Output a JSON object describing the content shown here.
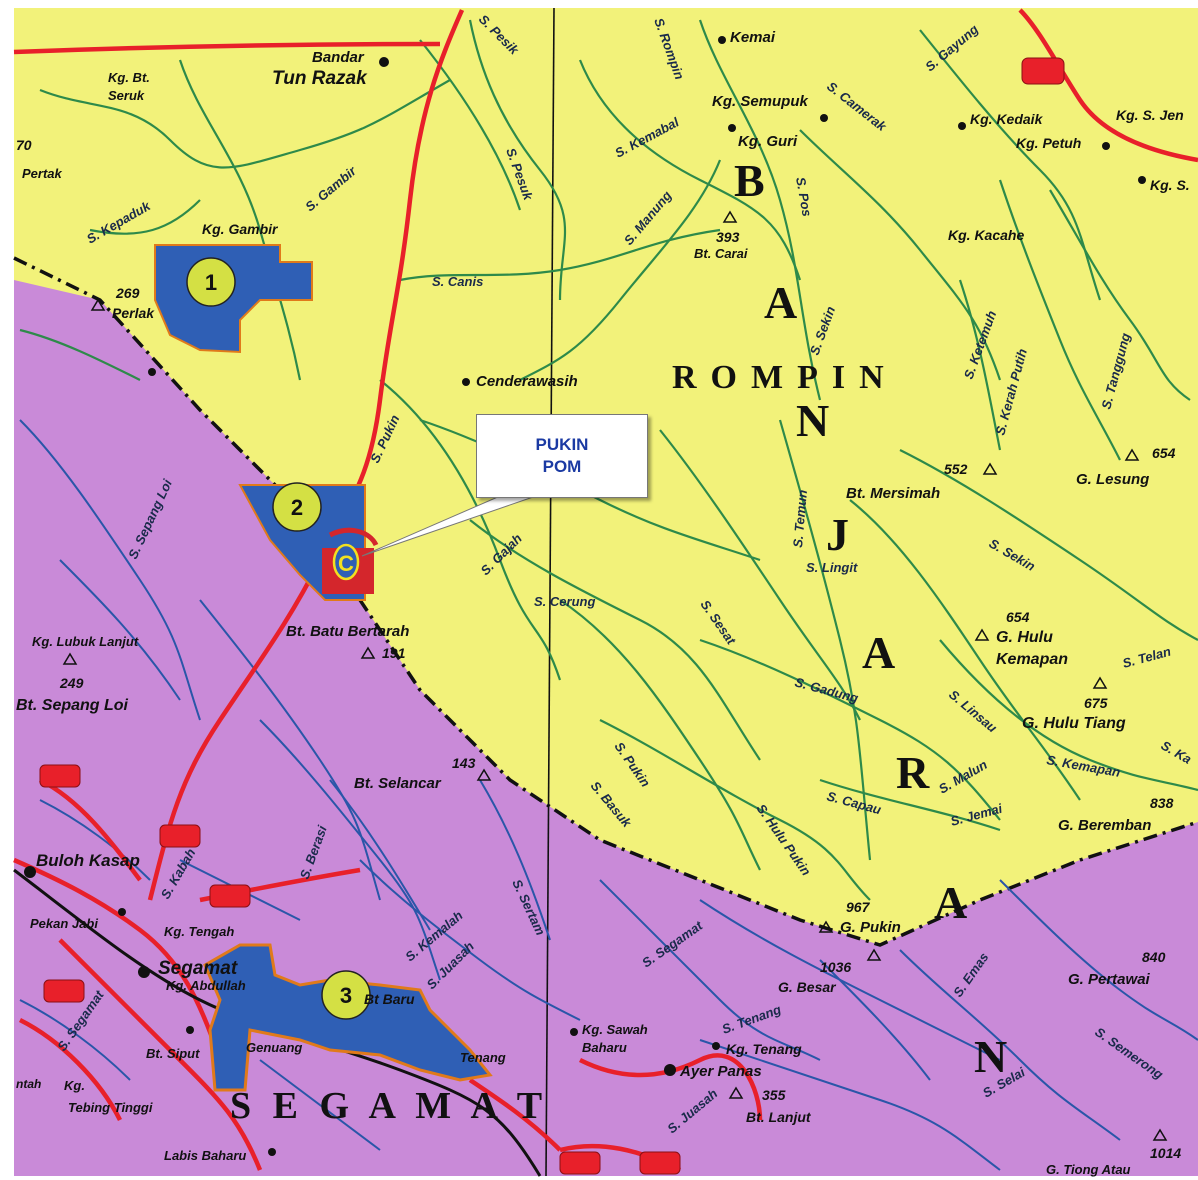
{
  "map": {
    "colors": {
      "rompin_bg": "#f2f27a",
      "segamat_bg": "#c98ad8",
      "road": "#e8202a",
      "river_green": "#2e8a4a",
      "river_blue": "#2a56a8",
      "estate_fill": "#2f5fb5",
      "marker_fill": "#d4e044"
    },
    "district_labels": [
      {
        "id": "rompin",
        "text": "ROMPIN"
      },
      {
        "id": "segamat",
        "text": "S E G A M A T"
      }
    ],
    "banjaran_letters": [
      "B",
      "A",
      "N",
      "J",
      "A",
      "R",
      "A",
      "N"
    ],
    "estate_markers": [
      "1",
      "2",
      "3"
    ],
    "callout": {
      "line1": "PUKIN",
      "line2": "POM",
      "mill_symbol": "C"
    },
    "places": [
      {
        "id": "bandar-tun-razak-1",
        "text": "Bandar"
      },
      {
        "id": "bandar-tun-razak-2",
        "text": "Tun Razak"
      },
      {
        "id": "kg-bt-seruk-1",
        "text": "Kg. Bt."
      },
      {
        "id": "kg-bt-seruk-2",
        "text": "Seruk"
      },
      {
        "id": "kemai",
        "text": "Kemai"
      },
      {
        "id": "kg-semupuk",
        "text": "Kg. Semupuk"
      },
      {
        "id": "kg-guri",
        "text": "Kg. Guri"
      },
      {
        "id": "kg-kedaik",
        "text": "Kg. Kedaik"
      },
      {
        "id": "kg-petuh",
        "text": "Kg. Petuh"
      },
      {
        "id": "kg-s-jen",
        "text": "Kg. S. Jen"
      },
      {
        "id": "kg-s",
        "text": "Kg. S."
      },
      {
        "id": "kg-gambir",
        "text": "Kg. Gambir"
      },
      {
        "id": "kg-kacahe",
        "text": "Kg. Kacahe"
      },
      {
        "id": "perlak",
        "text": "Perlak"
      },
      {
        "id": "cenderawasih",
        "text": "Cenderawasih"
      },
      {
        "id": "bt-carai",
        "text": "Bt. Carai"
      },
      {
        "id": "bt-mersimah",
        "text": "Bt. Mersimah"
      },
      {
        "id": "g-lesung",
        "text": "G. Lesung"
      },
      {
        "id": "bt-batu-bertarah",
        "text": "Bt. Batu Bertarah"
      },
      {
        "id": "kg-lubuk-lanjut",
        "text": "Kg. Lubuk Lanjut"
      },
      {
        "id": "bt-sepang-loi",
        "text": "Bt. Sepang Loi"
      },
      {
        "id": "g-hulu-kemapan-1",
        "text": "G. Hulu"
      },
      {
        "id": "g-hulu-kemapan-2",
        "text": "Kemapan"
      },
      {
        "id": "g-hulu-tiang",
        "text": "G. Hulu Tiang"
      },
      {
        "id": "bt-selancar",
        "text": "Bt. Selancar"
      },
      {
        "id": "g-beremban",
        "text": "G. Beremban"
      },
      {
        "id": "buloh-kasap",
        "text": "Buloh Kasap"
      },
      {
        "id": "pekan-jabi",
        "text": "Pekan Jabi"
      },
      {
        "id": "kg-tengah",
        "text": "Kg. Tengah"
      },
      {
        "id": "segamat-town",
        "text": "Segamat"
      },
      {
        "id": "kg-abdullah",
        "text": "Kg. Abdullah"
      },
      {
        "id": "bt-siput",
        "text": "Bt. Siput"
      },
      {
        "id": "genuang",
        "text": "Genuang"
      },
      {
        "id": "kg-tebing-tinggi-1",
        "text": "Kg."
      },
      {
        "id": "kg-tebing-tinggi-2",
        "text": "Tebing Tinggi"
      },
      {
        "id": "labis-baharu",
        "text": "Labis Baharu"
      },
      {
        "id": "bt-baru",
        "text": "Bt Baru"
      },
      {
        "id": "tenang",
        "text": "Tenang"
      },
      {
        "id": "kg-sawah-baharu-1",
        "text": "Kg. Sawah"
      },
      {
        "id": "kg-sawah-baharu-2",
        "text": "Baharu"
      },
      {
        "id": "kg-tenang",
        "text": "Kg. Tenang"
      },
      {
        "id": "ayer-panas",
        "text": "Ayer Panas"
      },
      {
        "id": "bt-lanjut",
        "text": "Bt. Lanjut"
      },
      {
        "id": "g-besar",
        "text": "G. Besar"
      },
      {
        "id": "g-pukin",
        "text": "G. Pukin"
      },
      {
        "id": "g-pertawai",
        "text": "G. Pertawai"
      },
      {
        "id": "g-tiong-atau",
        "text": "G. Tiong Atau"
      },
      {
        "id": "kg-pertak",
        "text": "Pertak"
      },
      {
        "id": "ntah",
        "text": "ntah"
      }
    ],
    "heights": [
      {
        "id": "h269",
        "text": "269"
      },
      {
        "id": "h393",
        "text": "393"
      },
      {
        "id": "h552",
        "text": "552"
      },
      {
        "id": "h654",
        "text": "654"
      },
      {
        "id": "h191",
        "text": "191"
      },
      {
        "id": "h249",
        "text": "249"
      },
      {
        "id": "h654b",
        "text": "654"
      },
      {
        "id": "h675",
        "text": "675"
      },
      {
        "id": "h143",
        "text": "143"
      },
      {
        "id": "h838",
        "text": "838"
      },
      {
        "id": "h967",
        "text": "967"
      },
      {
        "id": "h1036",
        "text": "1036"
      },
      {
        "id": "h840",
        "text": "840"
      },
      {
        "id": "h355",
        "text": "355"
      },
      {
        "id": "h1014",
        "text": "1014"
      },
      {
        "id": "h70",
        "text": "70"
      }
    ],
    "rivers": [
      {
        "id": "s-pesik",
        "text": "S. Pesik"
      },
      {
        "id": "s-rompin",
        "text": "S. Rompin"
      },
      {
        "id": "s-gayung",
        "text": "S. Gayung"
      },
      {
        "id": "s-camerak",
        "text": "S. Camerak"
      },
      {
        "id": "s-kemabal",
        "text": "S. Kemabal"
      },
      {
        "id": "s-kepaduk",
        "text": "S. Kepaduk"
      },
      {
        "id": "s-gambir",
        "text": "S. Gambir"
      },
      {
        "id": "s-pesuk",
        "text": "S. Pesuk"
      },
      {
        "id": "s-manung",
        "text": "S. Manung"
      },
      {
        "id": "s-pos",
        "text": "S. Pos"
      },
      {
        "id": "s-canis",
        "text": "S. Canis"
      },
      {
        "id": "s-sekin",
        "text": "S. Sekin"
      },
      {
        "id": "s-ketemuh",
        "text": "S. Ketemuh"
      },
      {
        "id": "s-kerah-putih",
        "text": "S. Kerah Putih"
      },
      {
        "id": "s-tanggung",
        "text": "S. Tanggung"
      },
      {
        "id": "s-pukin",
        "text": "S. Pukin"
      },
      {
        "id": "s-sepang-loi",
        "text": "S. Sepang Loi"
      },
      {
        "id": "s-temun",
        "text": "S. Temun"
      },
      {
        "id": "s-lingit",
        "text": "S. Lingit"
      },
      {
        "id": "s-sekin-2",
        "text": "S. Sekin"
      },
      {
        "id": "s-gajah",
        "text": "S. Gajah"
      },
      {
        "id": "s-cerung",
        "text": "S. Cerung"
      },
      {
        "id": "s-sesat",
        "text": "S. Sesat"
      },
      {
        "id": "s-gadung",
        "text": "S. Gadung"
      },
      {
        "id": "s-linsau",
        "text": "S. Linsau"
      },
      {
        "id": "s-telan",
        "text": "S. Telan"
      },
      {
        "id": "s-pukin-2",
        "text": "S. Pukin"
      },
      {
        "id": "s-basuk",
        "text": "S. Basuk"
      },
      {
        "id": "s-capau",
        "text": "S. Capau"
      },
      {
        "id": "s-malun",
        "text": "S. Malun"
      },
      {
        "id": "s-kemapan",
        "text": "S. Kemapan"
      },
      {
        "id": "s-jemai",
        "text": "S. Jemai"
      },
      {
        "id": "s-hulu-pukin",
        "text": "S. Hulu Pukin"
      },
      {
        "id": "s-kabah",
        "text": "S. Kabah"
      },
      {
        "id": "s-berasi",
        "text": "S. Berasi"
      },
      {
        "id": "s-kemalah",
        "text": "S. Kemalah"
      },
      {
        "id": "s-sertam",
        "text": "S. Sertam"
      },
      {
        "id": "s-juasah",
        "text": "S. Juasah"
      },
      {
        "id": "s-segamat",
        "text": "S. Segamat"
      },
      {
        "id": "s-tenang",
        "text": "S. Tenang"
      },
      {
        "id": "s-emas",
        "text": "S. Emas"
      },
      {
        "id": "s-semerong",
        "text": "S. Semerong"
      },
      {
        "id": "s-selai",
        "text": "S. Selai"
      },
      {
        "id": "s-juasah-2",
        "text": "S. Juasah"
      },
      {
        "id": "s-segamat-2",
        "text": "S. Segamat"
      },
      {
        "id": "s-ka",
        "text": "S. Ka"
      }
    ]
  }
}
